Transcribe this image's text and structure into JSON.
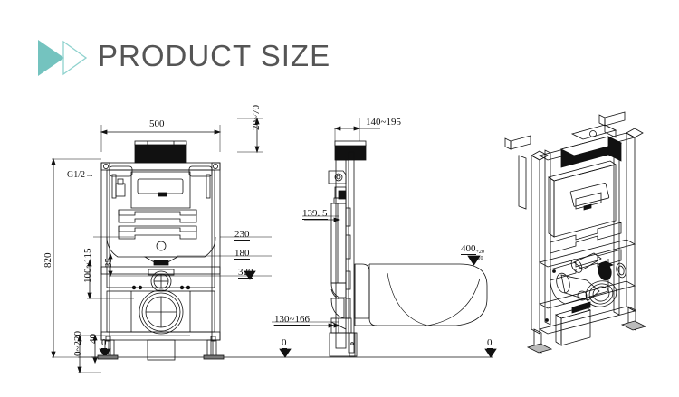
{
  "header": {
    "title": "PRODUCT SIZE",
    "logo_icon": "double-triangle-play-icon",
    "accent_color": "#74c3bf",
    "title_color": "#555555"
  },
  "drawing": {
    "type": "technical-dimension-drawing",
    "subject": "concealed cistern / in-wall toilet frame",
    "line_color": "#111111",
    "background": "#ffffff",
    "views": [
      {
        "name": "front-elevation",
        "label": ""
      },
      {
        "name": "side-section-with-bowl",
        "label": ""
      },
      {
        "name": "isometric-3d",
        "label": ""
      }
    ],
    "datum_label": "0"
  },
  "dimensions": {
    "front": {
      "width": "500",
      "top_offset": "20~70",
      "total_height": "820",
      "inlet_thread": "G1/2",
      "inlet_arrow": "➡",
      "flush_pipe_height": "100~115",
      "small_offset": "35",
      "waste_center": "230",
      "waste_lower": "180",
      "waste_datum": "320",
      "foot_range": "0~220",
      "foot_height": "40",
      "datum": "0"
    },
    "side": {
      "depth_top": "140~195",
      "depth_body": "139. 5",
      "bowl_height_value": "400",
      "bowl_tol_plus": "+20",
      "bowl_tol_minus": "-10",
      "waste_out": "130~166",
      "datum_left": "0",
      "datum_right": "0"
    }
  }
}
